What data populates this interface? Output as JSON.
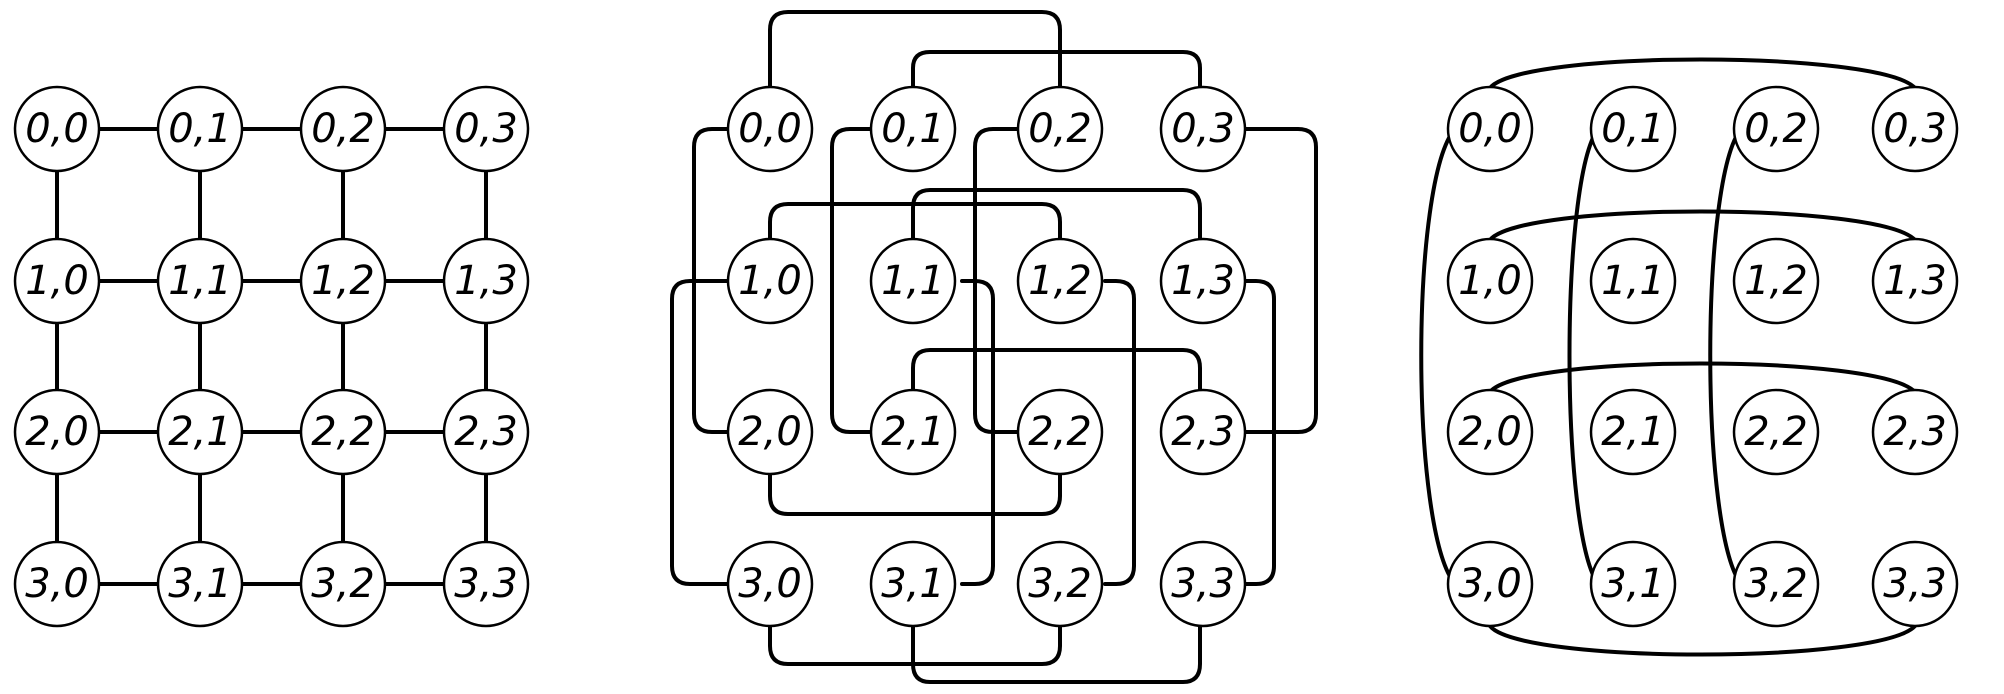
{
  "panels": [
    {
      "id": "grid",
      "nodes": [
        [
          "0,0",
          "0,1",
          "0,2",
          "0,3"
        ],
        [
          "1,0",
          "1,1",
          "1,2",
          "1,3"
        ],
        [
          "2,0",
          "2,1",
          "2,2",
          "2,3"
        ],
        [
          "3,0",
          "3,1",
          "3,2",
          "3,3"
        ]
      ]
    },
    {
      "id": "knotted",
      "nodes": [
        [
          "0,0",
          "0,1",
          "0,2",
          "0,3"
        ],
        [
          "1,0",
          "1,1",
          "1,2",
          "1,3"
        ],
        [
          "2,0",
          "2,1",
          "2,2",
          "2,3"
        ],
        [
          "3,0",
          "3,1",
          "3,2",
          "3,3"
        ]
      ]
    },
    {
      "id": "torus",
      "nodes": [
        [
          "0,0",
          "0,1",
          "0,2",
          "0,3"
        ],
        [
          "1,0",
          "1,1",
          "1,2",
          "1,3"
        ],
        [
          "2,0",
          "2,1",
          "2,2",
          "2,3"
        ],
        [
          "3,0",
          "3,1",
          "3,2",
          "3,3"
        ]
      ]
    }
  ],
  "colors": {
    "stroke": "#000000",
    "node_fill": "#ffffff",
    "background": "#ffffff"
  }
}
